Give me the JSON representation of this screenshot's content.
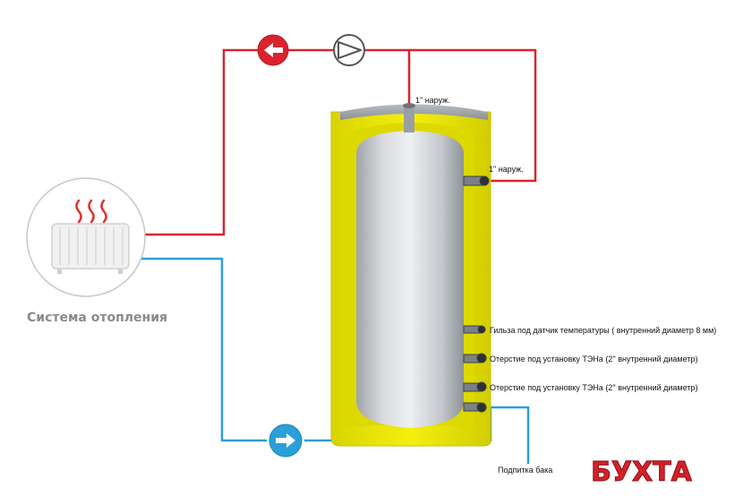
{
  "diagram": {
    "heating_system_label": "Система отопления",
    "top_connection_label": "1\" наруж.",
    "side_connection_label": "1\" наруж.",
    "sensor_label": "Гильза под датчик температуры ( внутренний диаметр 8 мм)",
    "heater_hole_upper_label": "Отерстие под установку ТЭНа (2'' внутренний диаметр)",
    "heater_hole_lower_label": "Отерстие под установку ТЭНа (2'' внутренний диаметр)",
    "feed_label": "Подпитка бака",
    "brand": "БУХТА",
    "icons": [
      "radiator-icon",
      "heat-waves-icon",
      "pump-icon",
      "supply-arrow-icon",
      "return-arrow-icon"
    ],
    "colors": {
      "supply_line": "#d9232d",
      "return_line": "#2a9fd8",
      "insulation": "#f1ec00",
      "tank": "#c9cdd1",
      "brand": "#d6202a"
    }
  }
}
